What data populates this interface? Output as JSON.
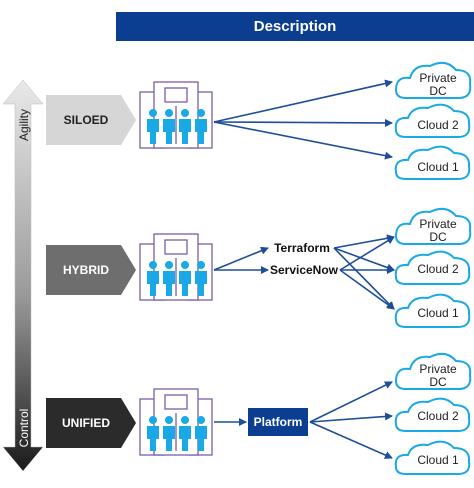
{
  "header": {
    "title": "Description"
  },
  "axis": {
    "top_label": "Agility",
    "bottom_label": "Control"
  },
  "colors": {
    "header": "#0b3d91",
    "arrow": "#1f4e99",
    "people": "#19a9e6",
    "building_stroke": "#7b5ea7",
    "cloud_stroke": "#19a9e6",
    "siloed": "#d6d6d6",
    "hybrid": "#6e6e6e",
    "unified": "#2b2b2b",
    "platform": "#0b3d91"
  },
  "rows": [
    {
      "id": "siloed",
      "label": "SILOED",
      "tools": [],
      "targets": [
        "Private DC",
        "Cloud 2",
        "Cloud 1"
      ]
    },
    {
      "id": "hybrid",
      "label": "HYBRID",
      "tools": [
        "Terraform",
        "ServiceNow"
      ],
      "targets": [
        "Private DC",
        "Cloud 2",
        "Cloud 1"
      ]
    },
    {
      "id": "unified",
      "label": "UNIFIED",
      "platform": "Platform",
      "targets": [
        "Private DC",
        "Cloud 2",
        "Cloud 1"
      ]
    }
  ]
}
